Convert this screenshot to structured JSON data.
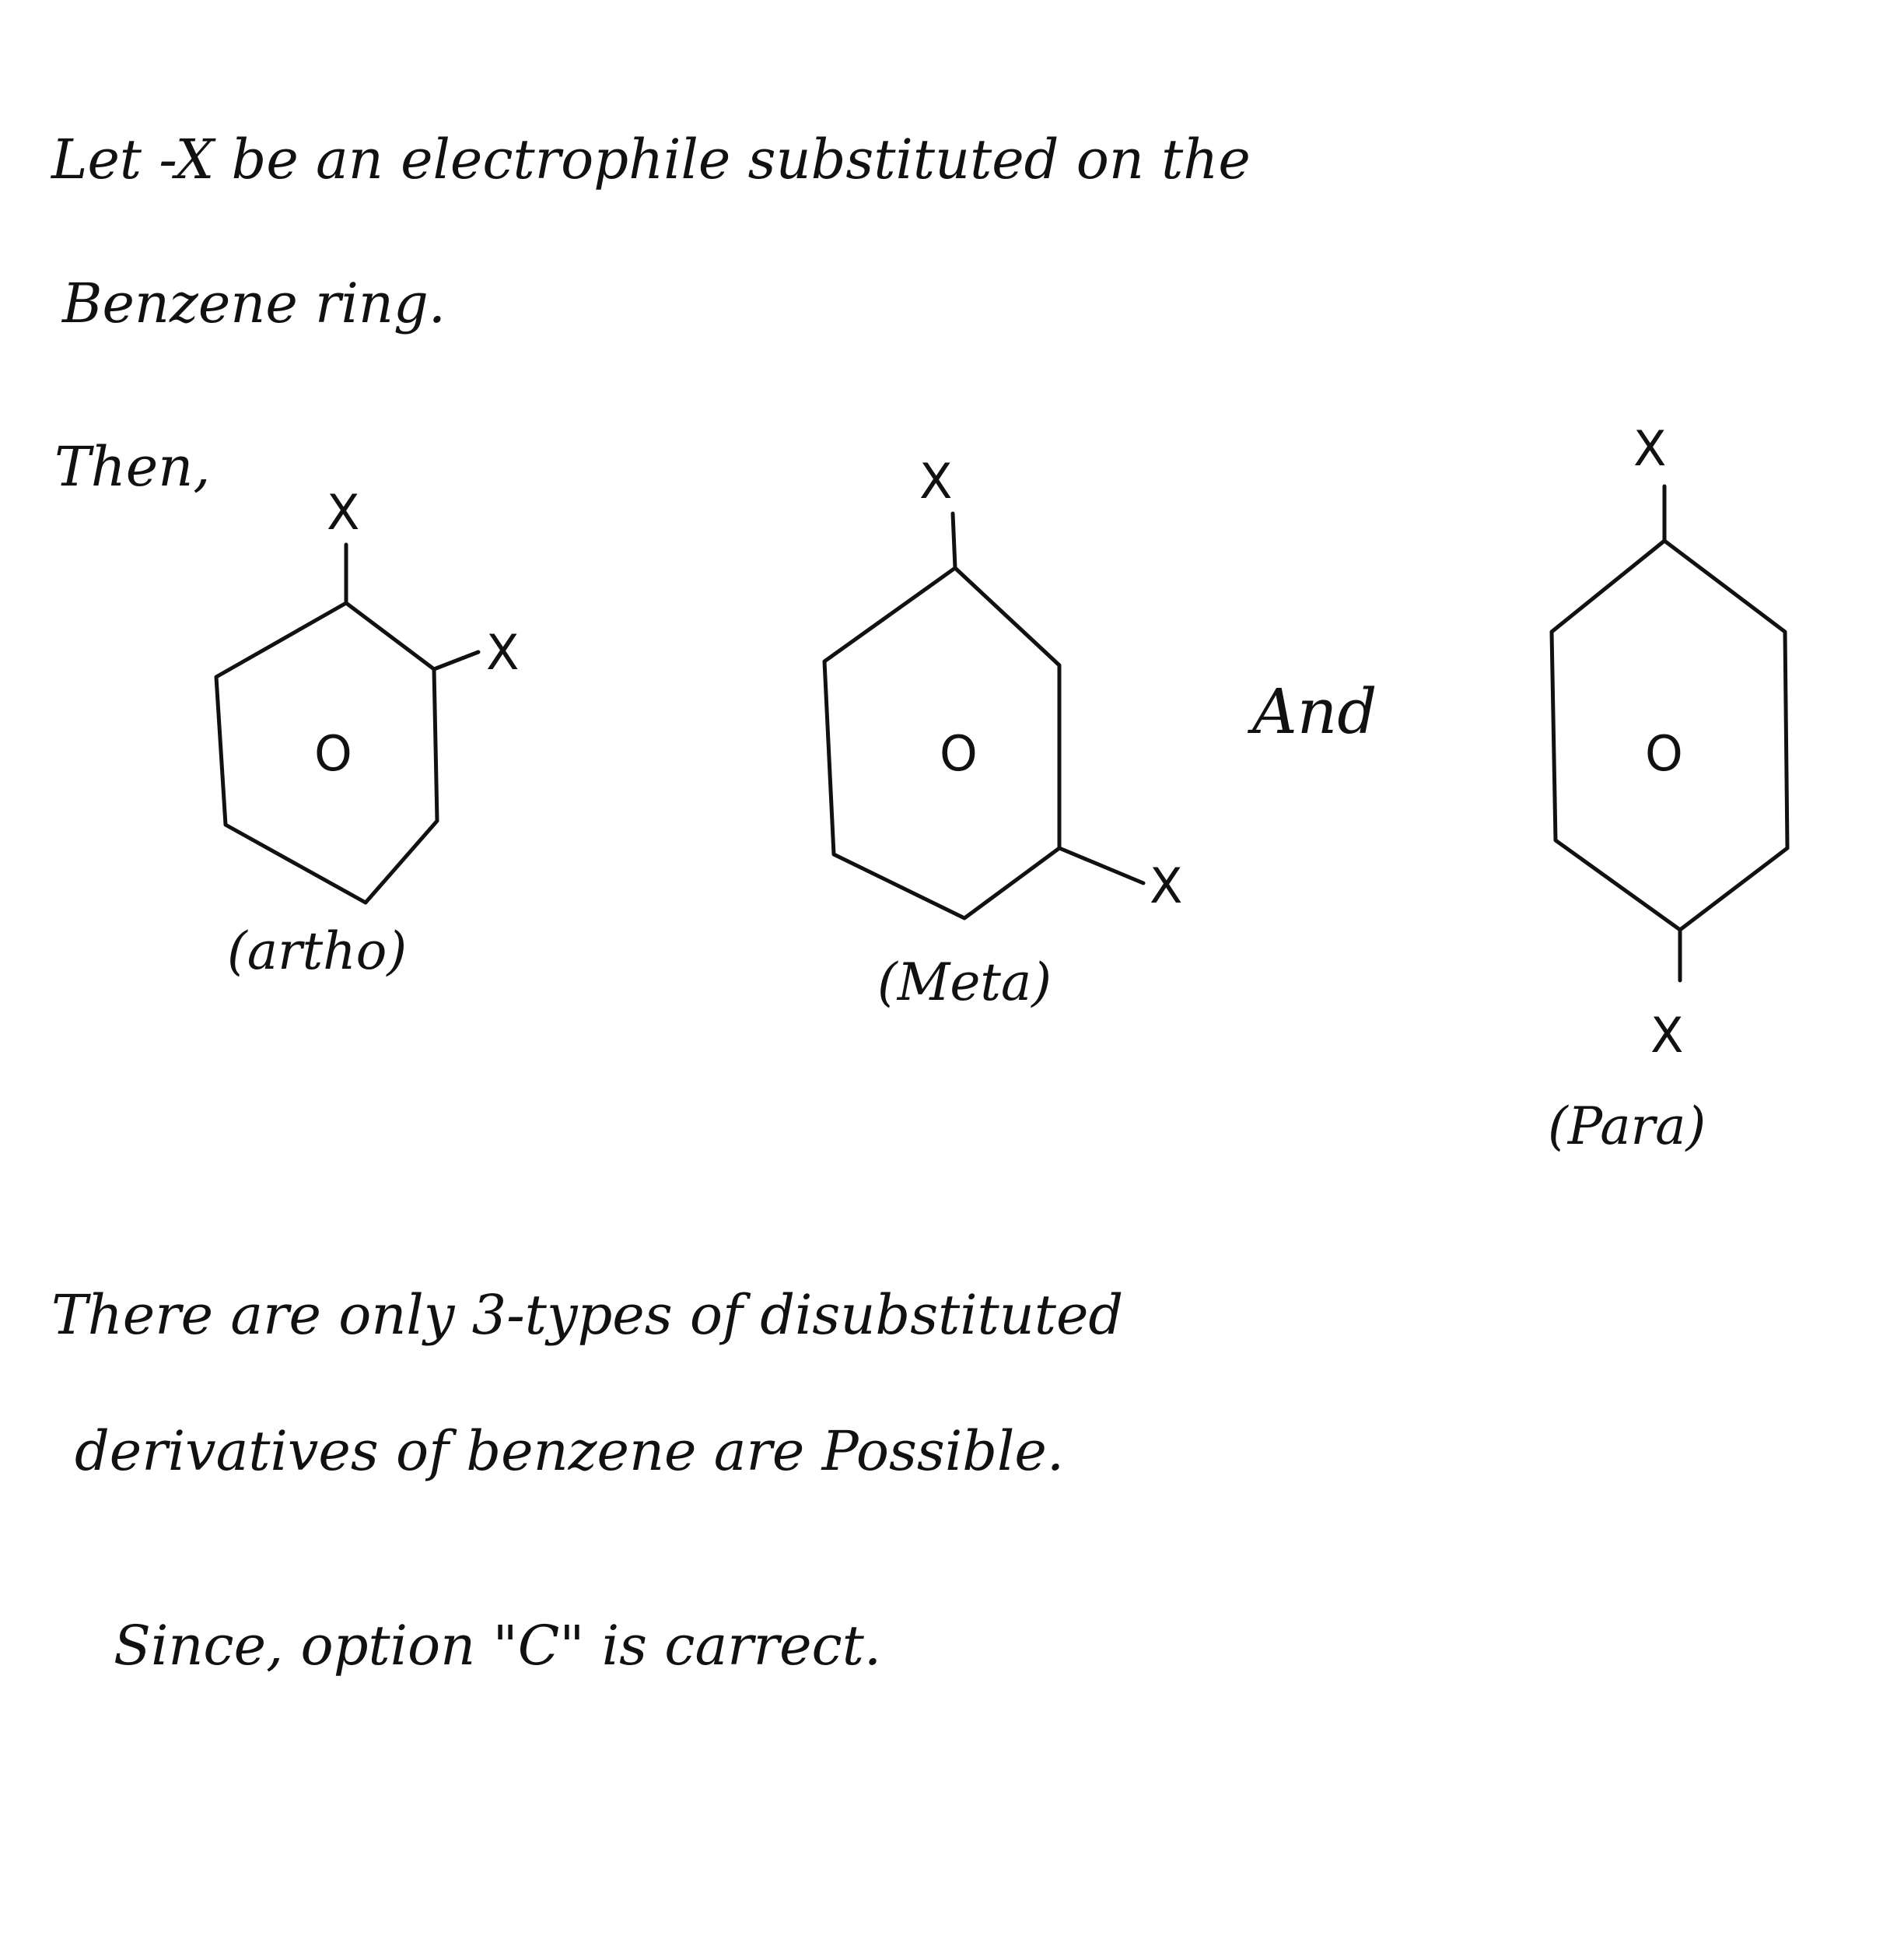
{
  "text": {
    "line1": "Let -X be an electrophile substituted on the",
    "line2": "Benzene ring.",
    "line3": "Then,",
    "and_word": "And",
    "line4": "There are only 3-types of disubstituted",
    "line5": "derivatives of benzene are Possible.",
    "line6": "Since, option \"C\" is carrect."
  },
  "structures": {
    "ortho": {
      "caption": "(artho)",
      "substituent": "X",
      "ring_mark": "O"
    },
    "meta": {
      "caption": "(Meta)",
      "substituent": "X",
      "ring_mark": "O"
    },
    "para": {
      "caption": "(Para)",
      "substituent": "X",
      "ring_mark": "O"
    }
  }
}
